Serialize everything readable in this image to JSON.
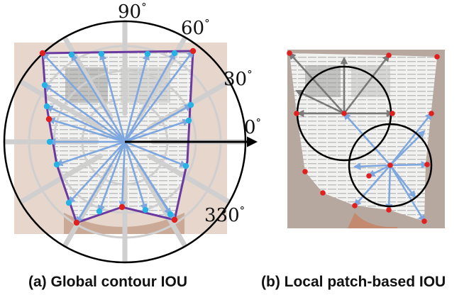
{
  "panel_a": {
    "caption": "(a) Global contour IOU",
    "angle_labels": [
      {
        "value": "90",
        "unit": "°"
      },
      {
        "value": "60",
        "unit": "°"
      },
      {
        "value": "30",
        "unit": "°"
      },
      {
        "value": "0",
        "unit": "°"
      },
      {
        "value": "330",
        "unit": "°"
      }
    ]
  },
  "panel_b": {
    "caption": "(b) Local patch-based IOU"
  },
  "colors": {
    "arrow_blue": "#7ea7e0",
    "point_red": "#e0201e",
    "point_cyan": "#27b2e6",
    "contour_purple": "#6a3aa0",
    "axis_black": "#000000",
    "grid_gray": "#cfcfcf",
    "arrow_gray": "#7a7a7a"
  }
}
